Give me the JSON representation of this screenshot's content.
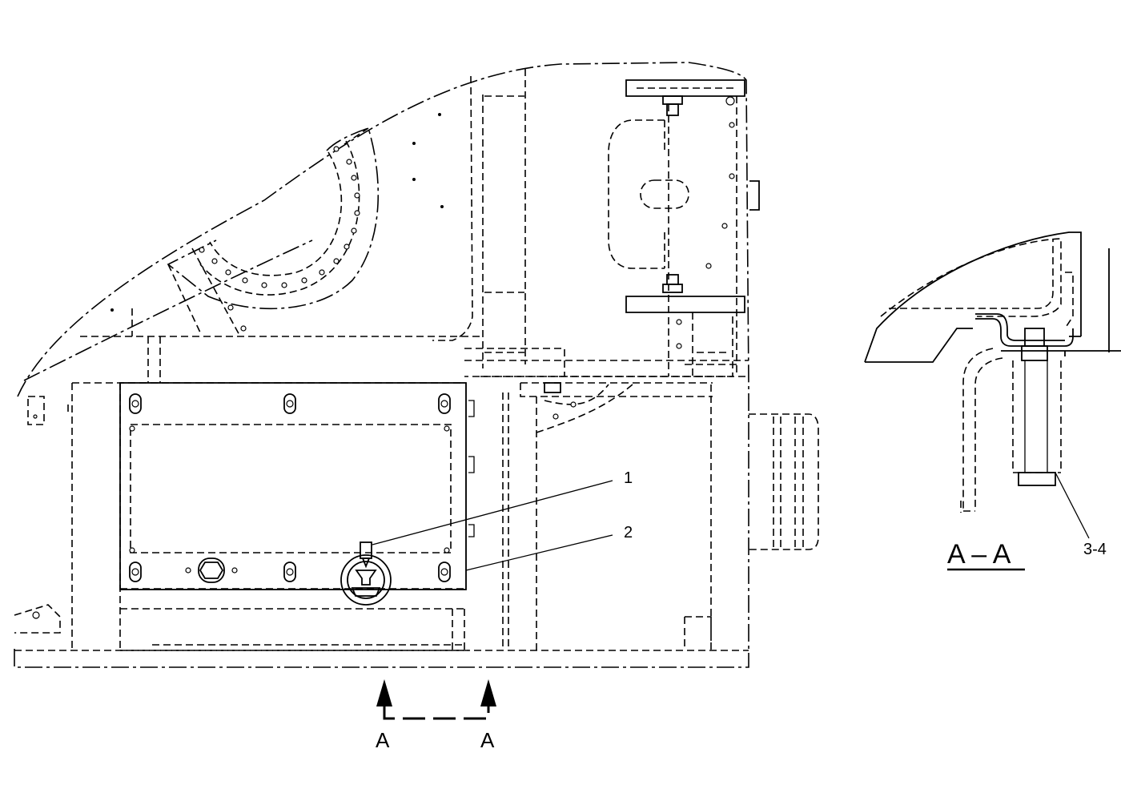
{
  "callouts": {
    "item_1": "1",
    "item_2": "2",
    "item_3_4": "3-4"
  },
  "section_view": {
    "title": "A – A"
  },
  "section_markers": {
    "left": "A",
    "right": "A"
  },
  "colors": {
    "line": "#000000",
    "background": "#ffffff"
  }
}
